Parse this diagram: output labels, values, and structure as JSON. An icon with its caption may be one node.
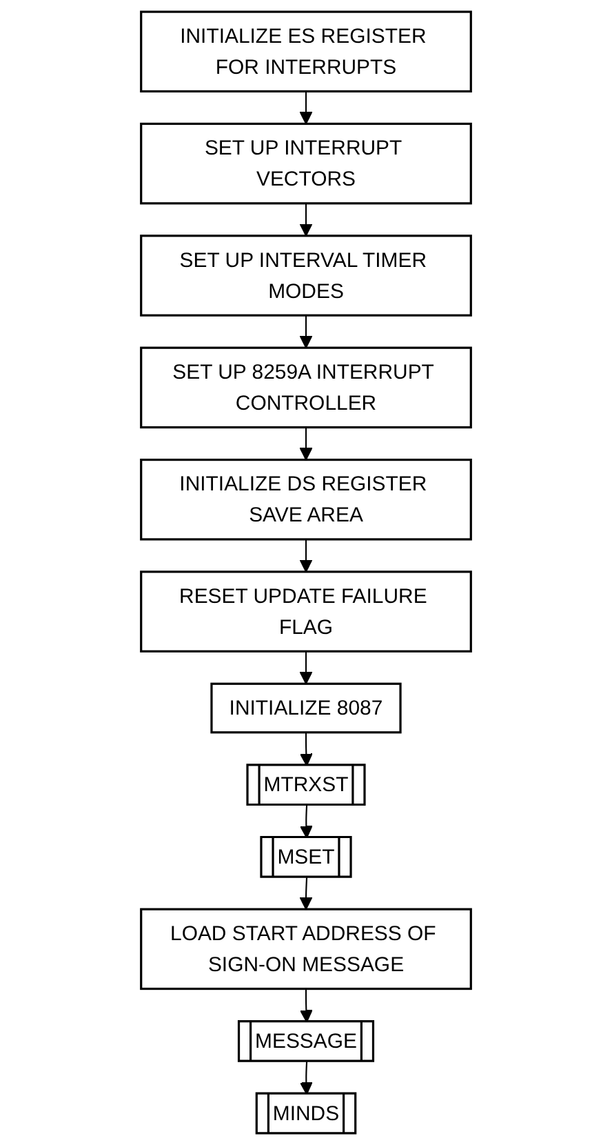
{
  "diagram": {
    "nodes": [
      {
        "text": [
          "INITIALIZE ES REGISTER FOR INTERRUPTS"
        ]
      },
      {
        "text": [
          "SET UP INTERRUPT VECTORS"
        ]
      },
      {
        "text": [
          "SET UP INTERVAL TIMER MODES"
        ]
      },
      {
        "text": [
          "SET UP 8259A INTERRUPT CONTROLLER"
        ]
      },
      {
        "text": [
          "INITIALIZE DS REGISTER SAVE AREA"
        ]
      },
      {
        "text": [
          "RESET UPDATE FAILURE FLAG"
        ]
      },
      {
        "text": [
          "INITIALIZE 8087"
        ]
      },
      {
        "text": [
          "MTRXST"
        ]
      },
      {
        "text": [
          "MSET"
        ]
      },
      {
        "text": [
          "LOAD START ADDRESS OF SIGN-ON MESSAGE"
        ]
      },
      {
        "text": [
          "MESSAGE"
        ]
      },
      {
        "text": [
          "MINDS"
        ]
      }
    ],
    "edges": [
      {
        "from": 0,
        "to": 1,
        "arrow": "to"
      },
      {
        "from": 1,
        "to": 2,
        "arrow": "to"
      },
      {
        "from": 2,
        "to": 3,
        "arrow": "to"
      },
      {
        "from": 3,
        "to": 4,
        "arrow": "to"
      },
      {
        "from": 4,
        "to": 5,
        "arrow": "to"
      },
      {
        "from": 5,
        "to": 6,
        "arrow": "to"
      },
      {
        "from": 6,
        "to": 7,
        "arrow": "to"
      },
      {
        "from": 7,
        "to": 8,
        "arrow": "to"
      },
      {
        "from": 8,
        "to": 9,
        "arrow": "to"
      },
      {
        "from": 9,
        "to": 10,
        "arrow": "to"
      },
      {
        "from": 10,
        "to": 11,
        "arrow": "to"
      }
    ]
  }
}
